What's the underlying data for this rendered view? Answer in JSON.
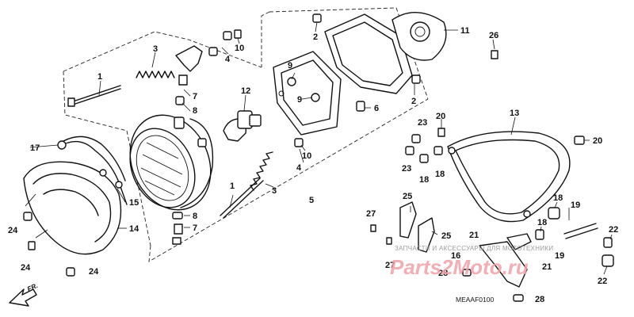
{
  "diagram_code": "MEAAF0100",
  "direction_label": "FR.",
  "watermark": {
    "line": "ЗАПЧАСТИ И АКСЕССУАРЫ ДЛЯ МОТОТЕХНИКИ",
    "brand": "Parts2Moto.ru"
  },
  "callouts": [
    "1",
    "2",
    "3",
    "4",
    "5",
    "6",
    "7",
    "8",
    "9",
    "10",
    "11",
    "12",
    "13",
    "14",
    "15",
    "16",
    "17",
    "18",
    "19",
    "20",
    "21",
    "22",
    "23",
    "24",
    "25",
    "26",
    "27",
    "28"
  ]
}
